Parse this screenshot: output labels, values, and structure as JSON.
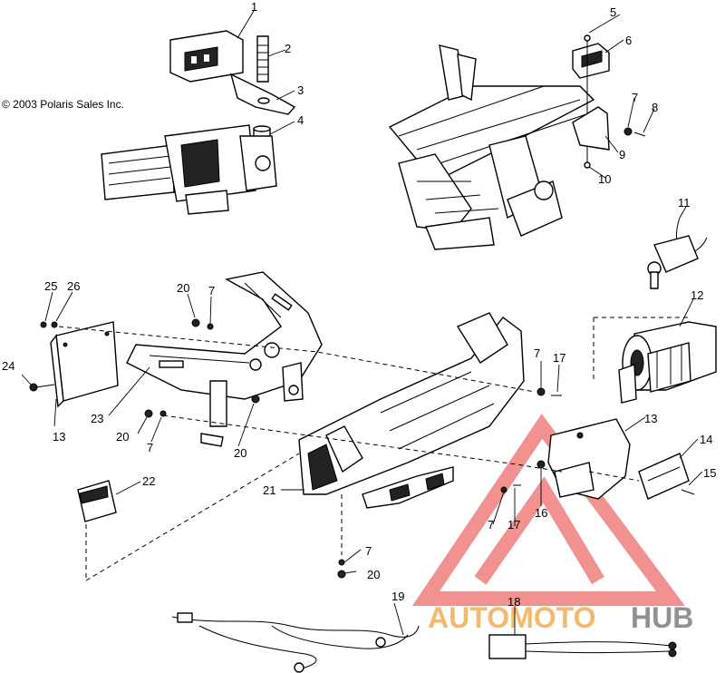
{
  "copyright": "© 2003 Polaris Sales Inc.",
  "watermark": {
    "part1": "AUTOMOTO",
    "part2": "HUB",
    "color_primary": "#e53935",
    "color_text1": "#f2a23a",
    "color_text2": "#6d6d6d"
  },
  "callouts": {
    "c1": "1",
    "c2": "2",
    "c3": "3",
    "c4": "4",
    "c5": "5",
    "c6": "6",
    "c7a": "7",
    "c8": "8",
    "c9": "9",
    "c10": "10",
    "c11": "11",
    "c12": "12",
    "c13a": "13",
    "c14": "14",
    "c15": "15",
    "c16": "16",
    "c17a": "17",
    "c18": "18",
    "c19": "19",
    "c20a": "20",
    "c21": "21",
    "c22": "22",
    "c23": "23",
    "c24": "24",
    "c25": "25",
    "c26": "26",
    "c7b": "7",
    "c7c": "7",
    "c7d": "7",
    "c7e": "7",
    "c13b": "13",
    "c17b": "17",
    "c20b": "20",
    "c20c": "20",
    "c20d": "20"
  }
}
